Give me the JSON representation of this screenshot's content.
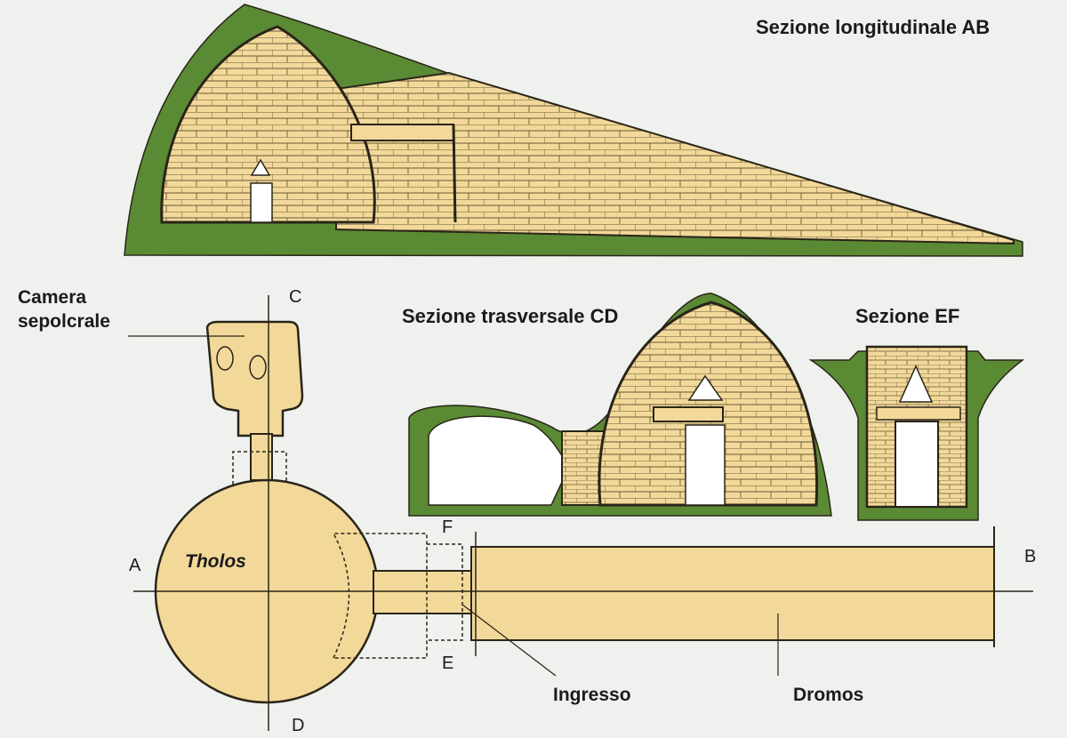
{
  "sections": {
    "longitudinal": "Sezione longitudinale AB",
    "transversal": "Sezione trasversale CD",
    "ef": "Sezione EF"
  },
  "labels": {
    "camera_line1": "Camera",
    "camera_line2": "sepolcrale",
    "tholos": "Tholos",
    "ingresso": "Ingresso",
    "dromos": "Dromos"
  },
  "axis_letters": {
    "a": "A",
    "b": "B",
    "c": "C",
    "d": "D",
    "e": "E",
    "f": "F"
  },
  "colors": {
    "stone": "#f2d99a",
    "earth": "#5b8a35",
    "outline": "#2a2418",
    "background": "#eef1ee",
    "opening": "#ffffff"
  }
}
